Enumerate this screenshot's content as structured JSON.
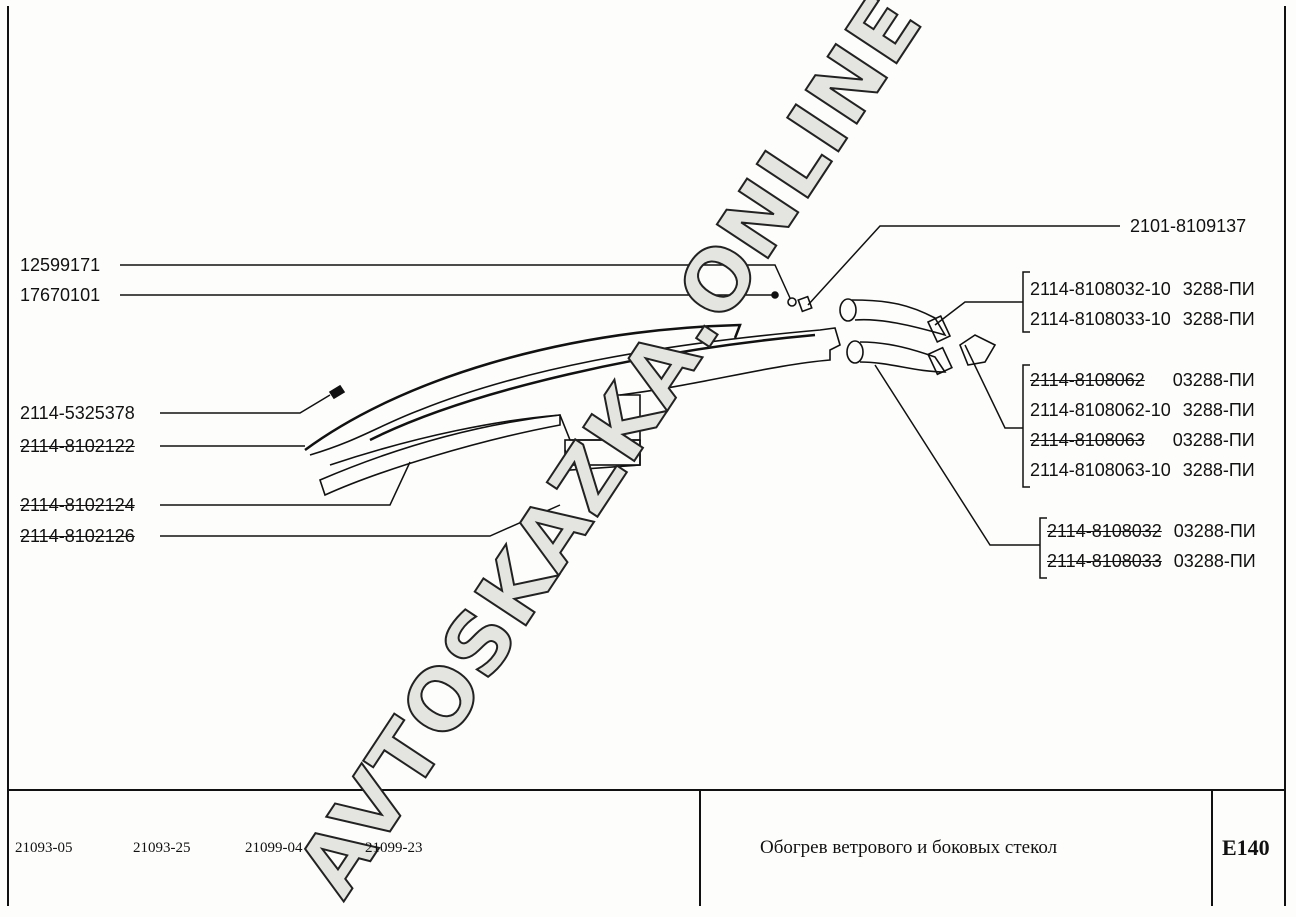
{
  "left_labels": [
    {
      "text": "12599171",
      "struck": false
    },
    {
      "text": "17670101",
      "struck": false
    },
    {
      "text": "2114-5325378",
      "struck": false
    },
    {
      "text": "2114-8102122",
      "struck": true
    },
    {
      "text": "2114-8102124",
      "struck": true
    },
    {
      "text": "2114-8102126",
      "struck": true
    }
  ],
  "top_right_label": {
    "text": "2101-8109137"
  },
  "group1": [
    {
      "text": "2114-8108032-10",
      "code": "3288-ПИ",
      "struck": false
    },
    {
      "text": "2114-8108033-10",
      "code": "3288-ПИ",
      "struck": false
    }
  ],
  "group2": [
    {
      "text": "2114-8108062",
      "code": "03288-ПИ",
      "struck": true
    },
    {
      "text": "2114-8108062-10",
      "code": "3288-ПИ",
      "struck": false
    },
    {
      "text": "2114-8108063",
      "code": "03288-ПИ",
      "struck": true
    },
    {
      "text": "2114-8108063-10",
      "code": "3288-ПИ",
      "struck": false
    }
  ],
  "group3": [
    {
      "text": "2114-8108032",
      "code": "03288-ПИ",
      "struck": true
    },
    {
      "text": "2114-8108033",
      "code": "03288-ПИ",
      "struck": true
    }
  ],
  "footer": {
    "models": [
      "21093-05",
      "21093-25",
      "21099-04",
      "21099-23"
    ],
    "title": "Обогрев ветрового и боковых стекол",
    "sheet": "E140"
  },
  "watermark": "AVTOSKAZKA.ONLINE"
}
